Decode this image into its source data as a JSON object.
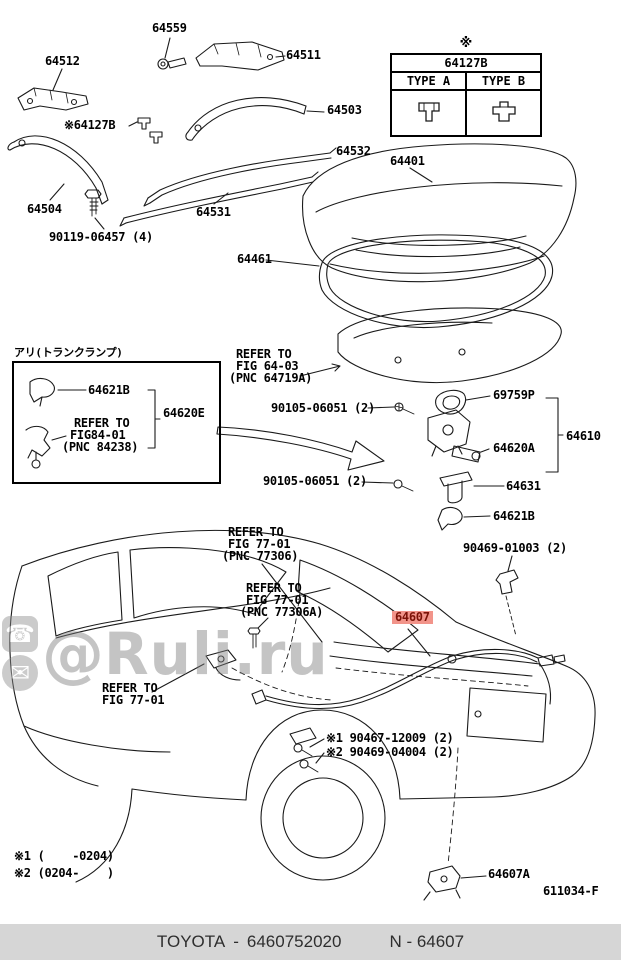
{
  "type_table": {
    "marker": "※",
    "part": "64127B",
    "type_a": "TYPE A",
    "type_b": "TYPE B"
  },
  "watermark": {
    "phone_icon": "☎",
    "mail_icon": "✉",
    "at": "@",
    "text": "Ruli.ru"
  },
  "footer": {
    "brand": "TOYOTA",
    "separator": "-",
    "part_number": "6460752020",
    "catalog_code": "N - 64607"
  },
  "labels": [
    {
      "id": "b64559",
      "text": "64559"
    },
    {
      "id": "b64512",
      "text": "64512"
    },
    {
      "id": "b64511",
      "text": "64511"
    },
    {
      "id": "n64127b",
      "text": "※64127B"
    },
    {
      "id": "b64503",
      "text": "64503"
    },
    {
      "id": "b64532",
      "text": "64532"
    },
    {
      "id": "b64401",
      "text": "64401"
    },
    {
      "id": "b64504",
      "text": "64504"
    },
    {
      "id": "b64531",
      "text": "64531"
    },
    {
      "id": "s90119",
      "text": "90119-06457 (4)"
    },
    {
      "id": "b64461",
      "text": "64461"
    },
    {
      "id": "lamp-title",
      "text": "アリ(トランクランプ)",
      "small": true
    },
    {
      "id": "lamp-64621b",
      "text": "64621B"
    },
    {
      "id": "b64620e",
      "text": "64620E"
    },
    {
      "id": "r84a",
      "text": "REFER TO"
    },
    {
      "id": "r84b",
      "text": "FIG84-01"
    },
    {
      "id": "r84c",
      "text": "(PNC 84238)"
    },
    {
      "id": "r64a",
      "text": "REFER TO"
    },
    {
      "id": "r64b",
      "text": "FIG 64-03"
    },
    {
      "id": "r64c",
      "text": "(PNC 64719A)"
    },
    {
      "id": "s90105a",
      "text": "90105-06051 (2)"
    },
    {
      "id": "b69759p",
      "text": "69759P"
    },
    {
      "id": "b64620a",
      "text": "64620A"
    },
    {
      "id": "b64610",
      "text": "64610"
    },
    {
      "id": "s90105b",
      "text": "90105-06051 (2)"
    },
    {
      "id": "b64631",
      "text": "64631"
    },
    {
      "id": "lock-64621b",
      "text": "64621B"
    },
    {
      "id": "r77a1",
      "text": "REFER TO"
    },
    {
      "id": "r77a2",
      "text": "FIG 77-01"
    },
    {
      "id": "r77a3",
      "text": "(PNC 77306)"
    },
    {
      "id": "c90469",
      "text": "90469-01003 (2)"
    },
    {
      "id": "r77b1",
      "text": "REFER TO"
    },
    {
      "id": "r77b2",
      "text": "FIG 77-01"
    },
    {
      "id": "r77b3",
      "text": "(PNC 77306A)"
    },
    {
      "id": "hl64607",
      "text": "64607",
      "highlight": true
    },
    {
      "id": "r77c1",
      "text": "REFER TO"
    },
    {
      "id": "r77c2",
      "text": "FIG 77-01"
    },
    {
      "id": "n1part",
      "text": "※1 90467-12009 (2)"
    },
    {
      "id": "n2part",
      "text": "※2 90469-04004 (2)"
    },
    {
      "id": "b64607a",
      "text": "64607A"
    },
    {
      "id": "figcode",
      "text": "611034-F"
    },
    {
      "id": "n1range",
      "text": "※1 (    -0204)"
    },
    {
      "id": "n2range",
      "text": "※2 (0204-    )"
    }
  ]
}
